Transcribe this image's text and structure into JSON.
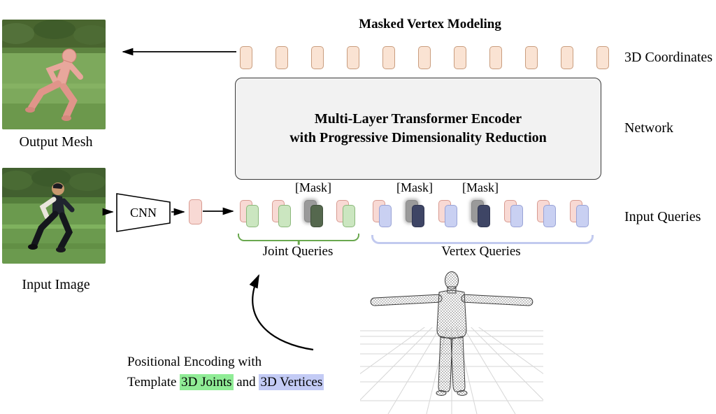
{
  "figure": {
    "title": "Masked Vertex Modeling",
    "transformer_line1": "Multi-Layer Transformer Encoder",
    "transformer_line2": "with Progressive Dimensionality Reduction",
    "cnn_label": "CNN",
    "mask_label": "[Mask]",
    "output_mesh_caption": "Output Mesh",
    "input_image_caption": "Input Image",
    "joint_queries_label": "Joint Queries",
    "vertex_queries_label": "Vertex Queries",
    "right_labels": {
      "coordinates": "3D Coordinates",
      "network": "Network",
      "input_queries": "Input Queries"
    },
    "positional_encoding": {
      "line1": "Positional Encoding with",
      "template_prefix": "Template ",
      "joints_text": "3D Joints",
      "and_text": " and ",
      "vertices_text": "3D Vertices"
    }
  },
  "tokens": {
    "coordinates_count": 11,
    "joint_pattern": [
      "normal",
      "normal",
      "masked",
      "normal"
    ],
    "vertex_pattern": [
      "normal",
      "masked",
      "normal",
      "masked",
      "normal",
      "normal",
      "normal"
    ]
  },
  "colors": {
    "coordinate_token": "#FAE3D3",
    "pink_token": "#F8D9D4",
    "joint_token": "#CBE6C0",
    "joint_masked_token": "#55684E",
    "vertex_token": "#C9D0F2",
    "vertex_masked_token": "#3E4565",
    "mask_shadow": "#9A9A9A",
    "joint_bracket": "#6AA84F",
    "vertex_bracket": "#C2CAEF",
    "joints_highlight": "#90EC96",
    "vertices_highlight": "#C3CBF5",
    "transformer_box": "#F2F2F2"
  }
}
